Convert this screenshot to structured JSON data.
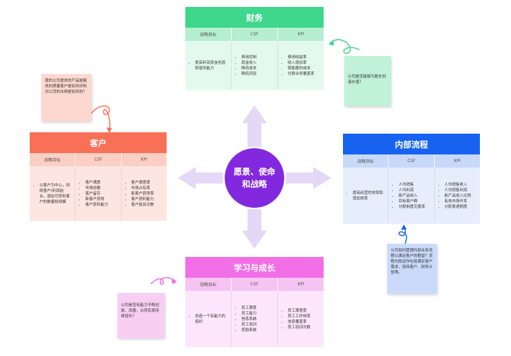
{
  "center": {
    "label": "愿景、使命和战略"
  },
  "colors": {
    "finance": "#3ed78b",
    "customer": "#f87058",
    "internal": "#1763f0",
    "learning": "#f26ee6",
    "center": "#8229e0",
    "arrow": "#e4d8f7"
  },
  "finance": {
    "title": "财务",
    "headers": [
      "战略目标",
      "CSF",
      "KPI"
    ],
    "goals": [
      "提高利润资金创造财富的能力"
    ],
    "csf": [
      "费用控制",
      "现金收入",
      "降低成本",
      "降低风险"
    ],
    "kpi": [
      "费用收益率",
      "收入增加率",
      "销售额的成本",
      "付费业务覆盖率"
    ]
  },
  "customer": {
    "title": "客户",
    "headers": [
      "战略目标",
      "CSF",
      "KPI"
    ],
    "goals": [
      "以客户为中心，持续客户/利润结合，增加可获利客户的数量和规模"
    ],
    "csf": [
      "客户满意",
      "市场份额",
      "客户留存",
      "新客户获得",
      "客户获利能力"
    ],
    "kpi": [
      "客户满意度",
      "市场占有率",
      "新客户获得率",
      "客户获利能力",
      "客户投诉次数"
    ]
  },
  "internal": {
    "title": "内部流程",
    "headers": [
      "战略目标",
      "CSF",
      "KPI"
    ],
    "goals": [
      "提高经营的效率和增加效率"
    ],
    "csf": [
      "人均销售",
      "人均利润",
      "新产品收入",
      "目标客户群",
      "分配制度完善率"
    ],
    "kpi": [
      "人均销售收入",
      "人均销售利润",
      "新产品收入比例",
      "有效市场开发",
      "分配表透明度"
    ]
  },
  "learning": {
    "title": "学习与成长",
    "headers": [
      "战略目标",
      "CSF",
      "KPI"
    ],
    "goals": [
      "创造一个有能力的组织"
    ],
    "csf": [
      "员工满意",
      "员工能力",
      "信息系统",
      "员工培训",
      "奖励系统"
    ],
    "kpi": [
      "员工满意度",
      "员工工作效率",
      "信息覆盖率",
      "员工培训次数"
    ]
  },
  "notes": {
    "finance": "公司是否能够为股东创造价值？",
    "customer": "我的公司提供的产品是服务的质量客户是如何评判对公司的业绩是如何的？",
    "internal": "公司如何管理内部业务流程以满足客户的期望？流程内部运作包括满足客户需求、保持客户、财务计划等。",
    "learning": "公司是否有能力不断创新、改善，从而实现持续增长？"
  }
}
